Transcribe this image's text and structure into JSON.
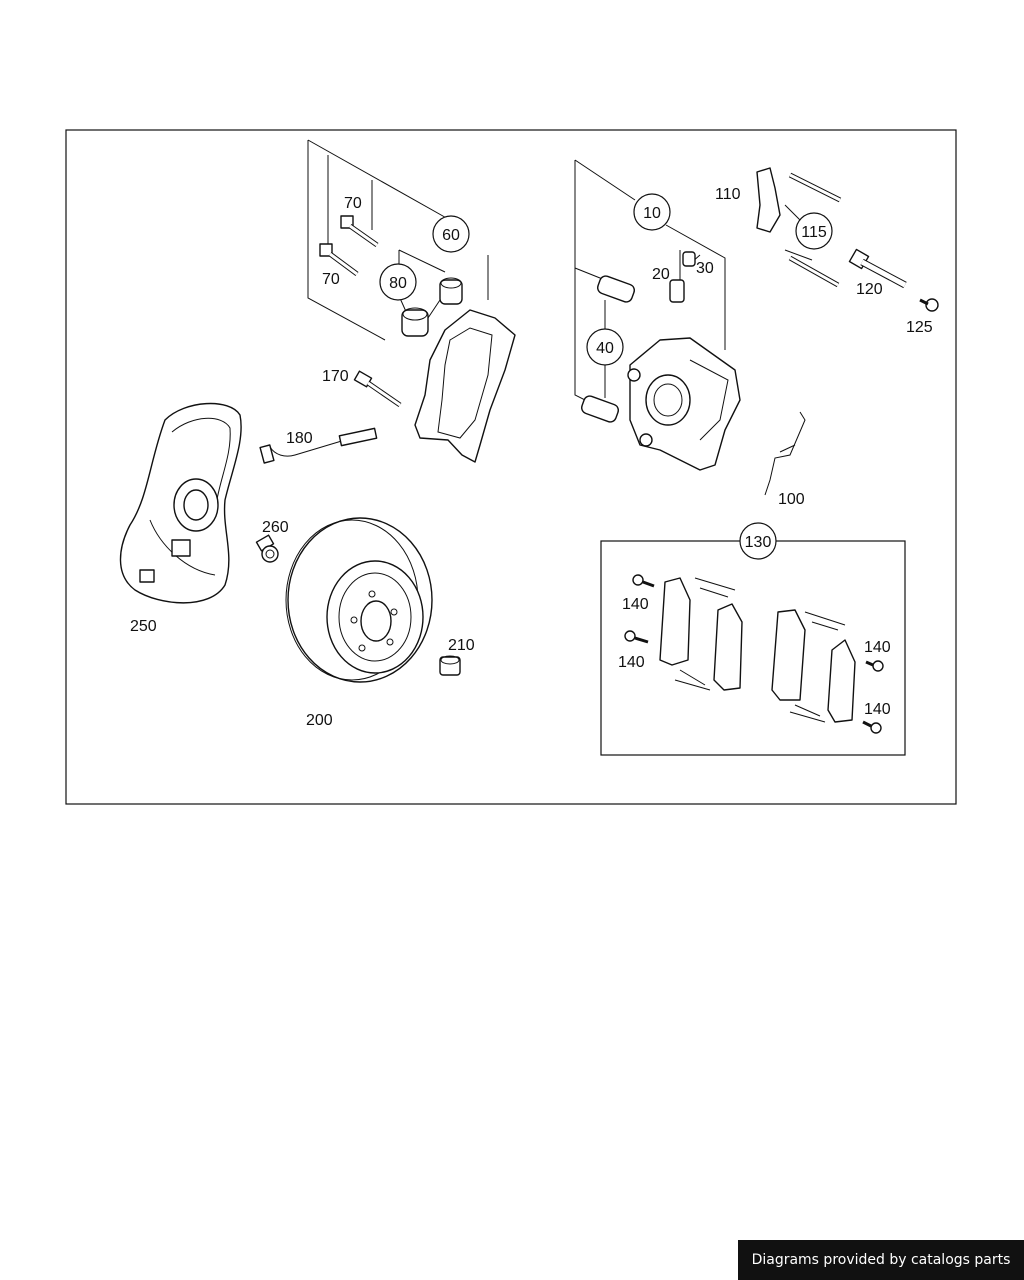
{
  "labels": {
    "p10": "10",
    "p20": "20",
    "p30": "30",
    "p40": "40",
    "p60": "60",
    "p70a": "70",
    "p70b": "70",
    "p80": "80",
    "p100": "100",
    "p110": "110",
    "p115": "115",
    "p120": "120",
    "p125": "125",
    "p130": "130",
    "p140a": "140",
    "p140b": "140",
    "p140c": "140",
    "p140d": "140",
    "p170": "170",
    "p180": "180",
    "p200": "200",
    "p210": "210",
    "p250": "250",
    "p260": "260"
  },
  "footer": {
    "credit": "Diagrams provided by catalogs parts"
  }
}
